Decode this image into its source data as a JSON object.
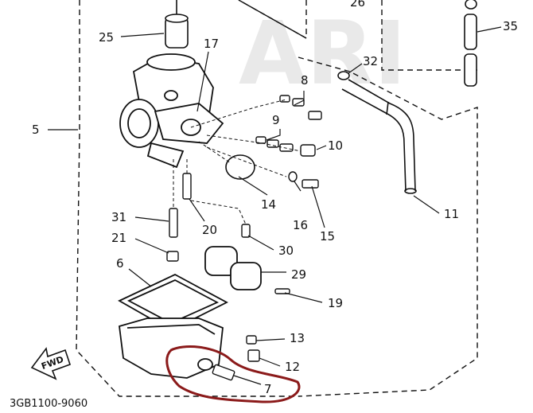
{
  "watermark": "ARI",
  "drawing_code": "3GB1100-9060",
  "fwd_label": "FWD",
  "top_partial_label": "26",
  "callouts": [
    {
      "id": "25",
      "label": "25"
    },
    {
      "id": "17",
      "label": "17"
    },
    {
      "id": "32",
      "label": "32"
    },
    {
      "id": "35",
      "label": "35"
    },
    {
      "id": "8",
      "label": "8"
    },
    {
      "id": "5",
      "label": "5"
    },
    {
      "id": "9",
      "label": "9"
    },
    {
      "id": "10",
      "label": "10"
    },
    {
      "id": "14",
      "label": "14"
    },
    {
      "id": "16",
      "label": "16"
    },
    {
      "id": "15",
      "label": "15"
    },
    {
      "id": "11",
      "label": "11"
    },
    {
      "id": "31",
      "label": "31"
    },
    {
      "id": "20",
      "label": "20"
    },
    {
      "id": "21",
      "label": "21"
    },
    {
      "id": "30",
      "label": "30"
    },
    {
      "id": "6",
      "label": "6"
    },
    {
      "id": "29",
      "label": "29"
    },
    {
      "id": "19",
      "label": "19"
    },
    {
      "id": "13",
      "label": "13"
    },
    {
      "id": "12",
      "label": "12"
    },
    {
      "id": "7",
      "label": "7"
    }
  ],
  "highlight": {
    "color": "#8b1a1a",
    "target": "7"
  }
}
